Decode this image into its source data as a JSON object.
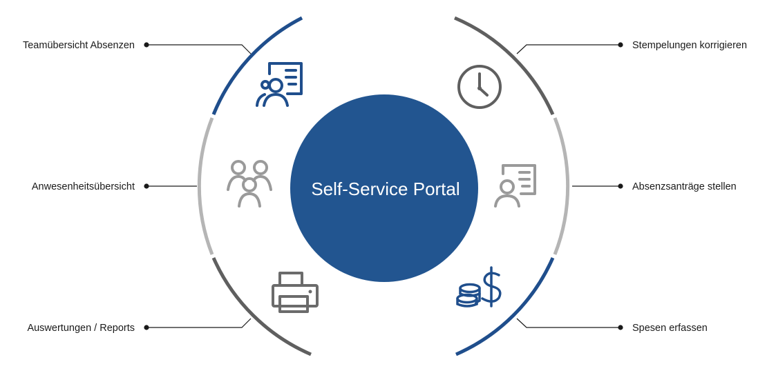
{
  "center": {
    "title": "Self-Service Portal"
  },
  "features": {
    "left": [
      {
        "label": "Teamübersicht Absenzen",
        "icon": "team-presentation-icon",
        "color": "#1f4e8c"
      },
      {
        "label": "Anwesenheitsübersicht",
        "icon": "people-group-icon",
        "color": "#9a9a9a"
      },
      {
        "label": "Auswertungen / Reports",
        "icon": "printer-icon",
        "color": "#5f5f5f"
      }
    ],
    "right": [
      {
        "label": "Stempelungen korrigieren",
        "icon": "clock-icon",
        "color": "#5f5f5f"
      },
      {
        "label": "Absenzsanträge stellen",
        "icon": "person-document-icon",
        "color": "#9a9a9a"
      },
      {
        "label": "Spesen erfassen",
        "icon": "coins-dollar-icon",
        "color": "#1f4e8c"
      }
    ]
  },
  "colors": {
    "blue": "#1f4e8c",
    "dark_gray": "#5f5f5f",
    "light_gray": "#b5b5b5",
    "circle": "#225590"
  }
}
